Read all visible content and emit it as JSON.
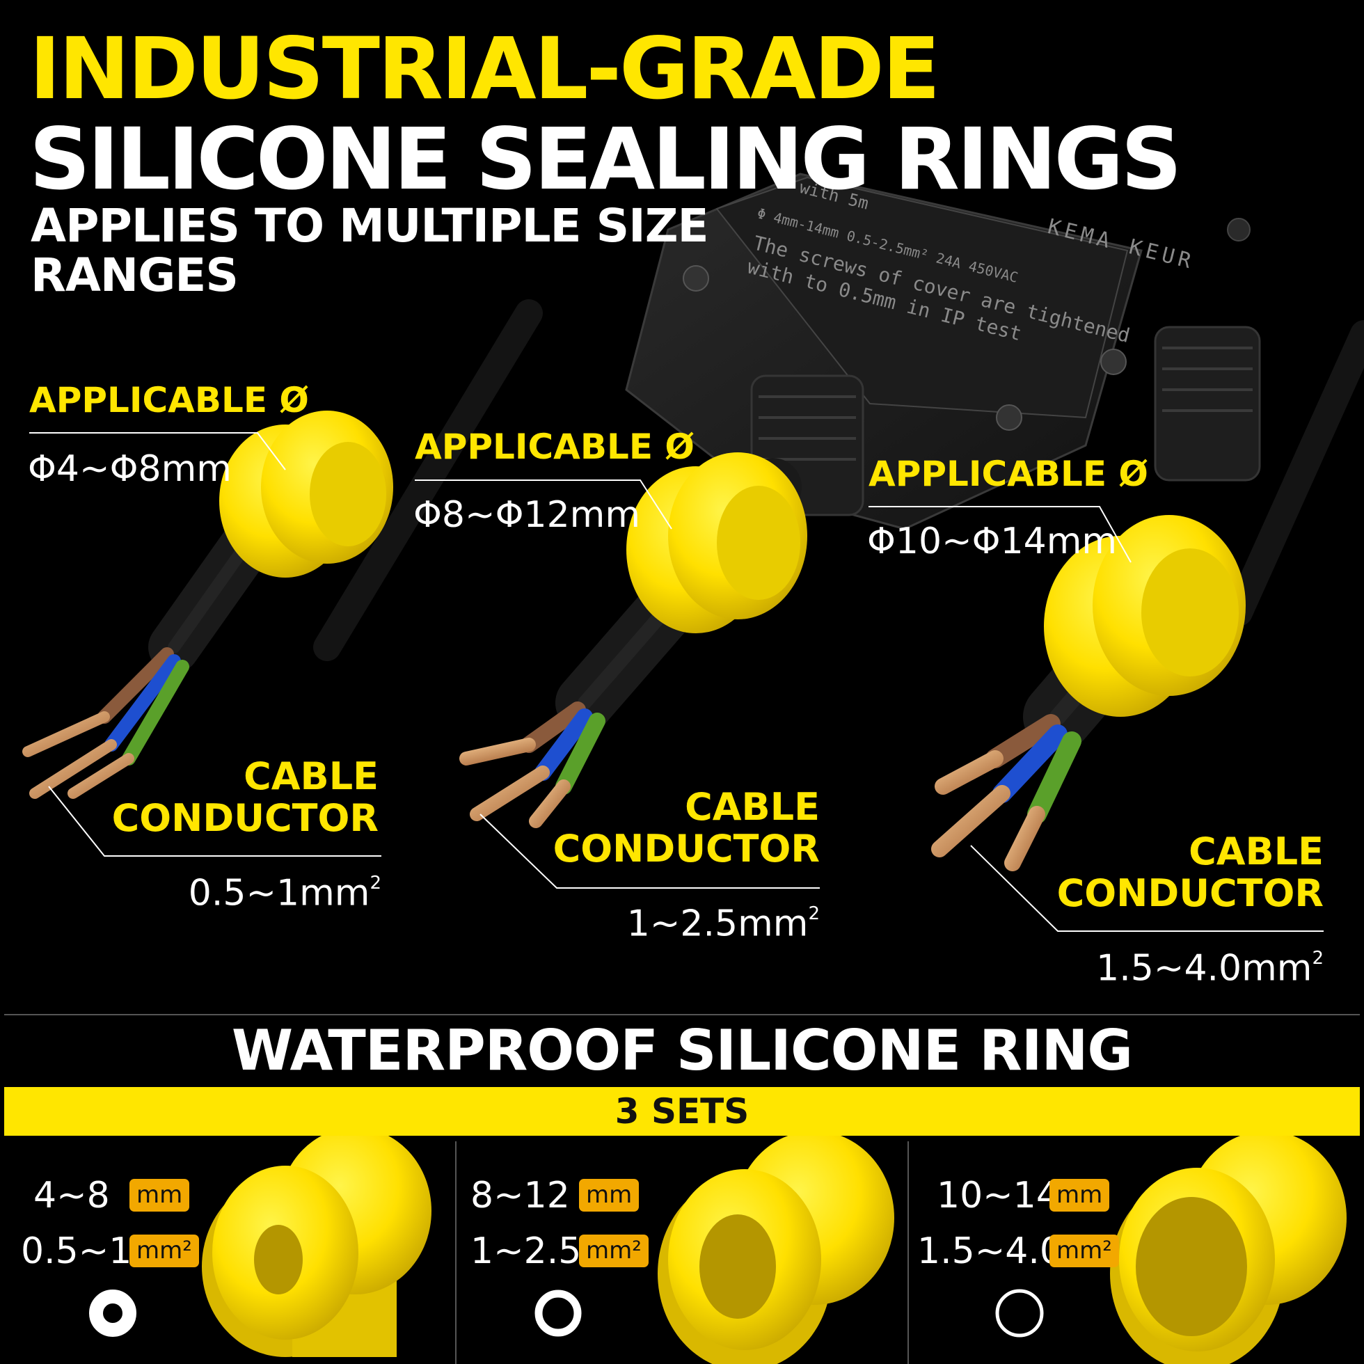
{
  "headline": {
    "line1": "INDUSTRIAL-GRADE",
    "line2": "SILICONE SEALING RINGS",
    "subtitle": "APPLIES TO MULTIPLE SIZE RANGES"
  },
  "box_print": {
    "line1": "The screws of cover are tightened",
    "line2": "with to 0.5mm in IP test",
    "spec": "Φ 4mm-14mm   0.5-2.5mm²   24A   450VAC",
    "brand": "KEMA KEUR",
    "length": "with 5m"
  },
  "cables": [
    {
      "applicable_label": "APPLICABLE Ø",
      "diameter": "Φ4~Φ8mm",
      "conductor_label_1": "CABLE",
      "conductor_label_2": "CONDUCTOR",
      "conductor_value": "0.5~1mm",
      "conductor_unit_sup": "2"
    },
    {
      "applicable_label": "APPLICABLE Ø",
      "diameter": "Φ8~Φ12mm",
      "conductor_label_1": "CABLE",
      "conductor_label_2": "CONDUCTOR",
      "conductor_value": "1~2.5mm",
      "conductor_unit_sup": "2"
    },
    {
      "applicable_label": "APPLICABLE Ø",
      "diameter": "Φ10~Φ14mm",
      "conductor_label_1": "CABLE",
      "conductor_label_2": "CONDUCTOR",
      "conductor_value": "1.5~4.0mm",
      "conductor_unit_sup": "2"
    }
  ],
  "section": {
    "title": "WATERPROOF SILICONE RING",
    "band": "3 SETS"
  },
  "rings": [
    {
      "diameter": "4~8",
      "diameter_unit": "mm",
      "conductor": "0.5~1",
      "conductor_unit": "mm²"
    },
    {
      "diameter": "8~12",
      "diameter_unit": "mm",
      "conductor": "1~2.5",
      "conductor_unit": "mm²"
    },
    {
      "diameter": "10~14",
      "diameter_unit": "mm",
      "conductor": "1.5~4.0",
      "conductor_unit": "mm²"
    }
  ],
  "colors": {
    "accent_yellow": "#ffe600",
    "unit_badge": "#f2a800",
    "background": "#000000",
    "wire_brown": "#8a5a3c",
    "wire_blue": "#1e4fd0",
    "wire_green_yellow": "#5aa02a",
    "copper": "#d69a5e"
  }
}
